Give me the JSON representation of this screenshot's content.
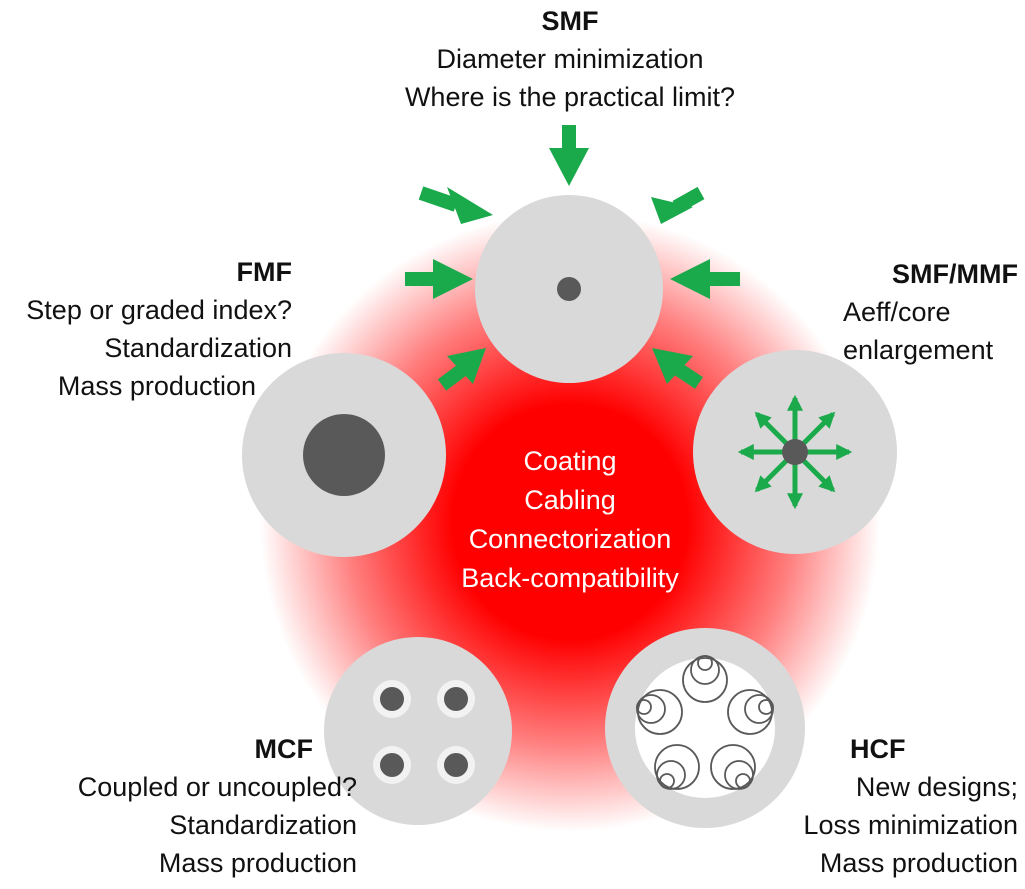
{
  "center": {
    "lines": [
      "Coating",
      "Cabling",
      "Connectorization",
      "Back-compatibility"
    ]
  },
  "labels": {
    "smf": {
      "title": "SMF",
      "lines": [
        "Diameter minimization",
        "Where is the practical limit?"
      ]
    },
    "smf_mmf": {
      "title": "SMF/MMF",
      "lines": [
        "Aeff/core",
        "enlargement"
      ]
    },
    "fmf": {
      "title": "FMF",
      "lines": [
        "Step or graded index?",
        "Standardization",
        "Mass production"
      ]
    },
    "mcf": {
      "title": "MCF",
      "lines": [
        "Coupled or uncoupled?",
        "Standardization",
        "Mass production"
      ]
    },
    "hcf": {
      "title": "HCF",
      "lines": [
        "New designs;",
        "Loss minimization",
        "Mass production"
      ]
    }
  },
  "colors": {
    "fiber_cladding": "#d9d9d9",
    "fiber_core": "#595959",
    "arrow": "#1aaa4b",
    "glow": "#ff0000"
  }
}
